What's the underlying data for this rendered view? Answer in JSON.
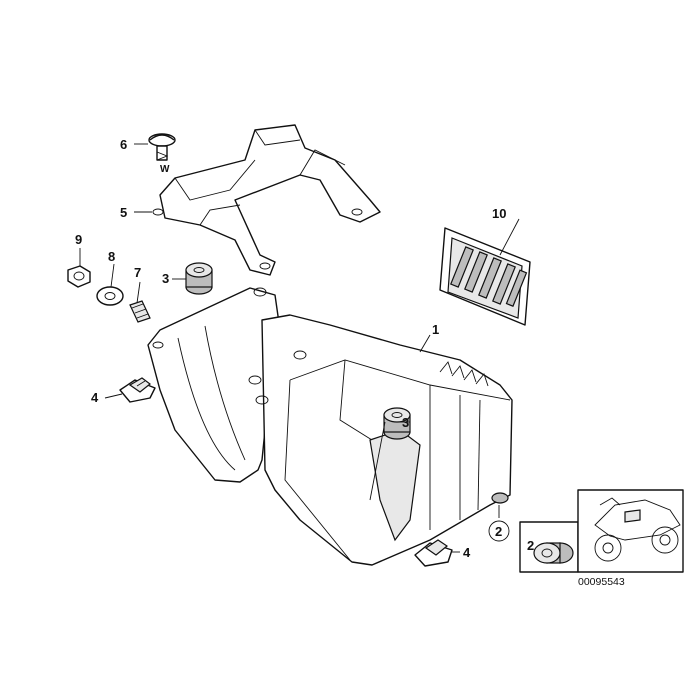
{
  "callouts": {
    "c1": "1",
    "c2a": "2",
    "c2b": "2",
    "c3a": "3",
    "c3b": "3",
    "c4a": "4",
    "c4b": "4",
    "c5": "5",
    "c6": "6",
    "c7": "7",
    "c8": "8",
    "c9": "9",
    "c10": "10"
  },
  "diagram_ref": "00095543"
}
